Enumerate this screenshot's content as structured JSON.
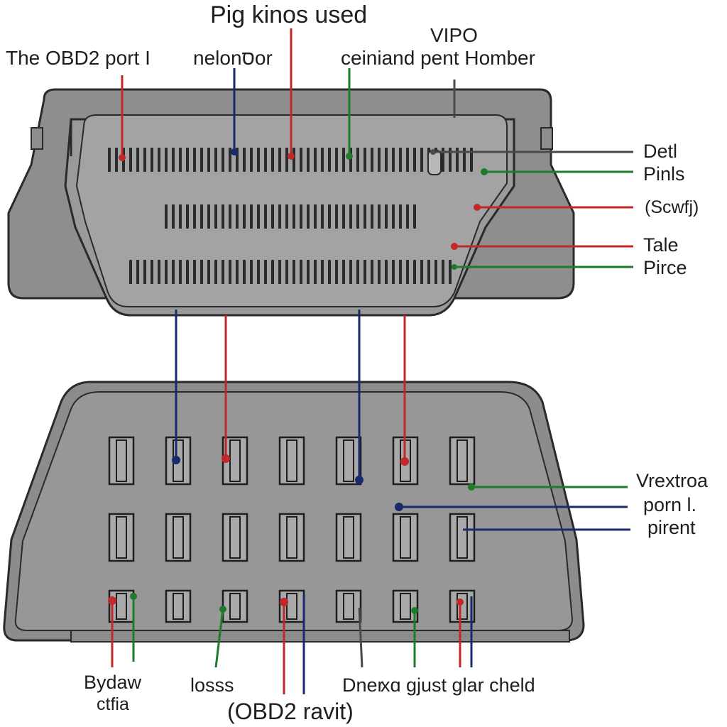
{
  "labels": {
    "top_center": "Pig kinos used",
    "top_left": "The OBD2 port I",
    "top_left2": "nelonסor",
    "top_right_1": "VIPO",
    "top_right_2": "ceiniand pent Homber",
    "right_1": "Detl",
    "right_2": "Pinls",
    "right_3": "(Scwfj)",
    "right_4": "Tale",
    "right_5": "Pirce",
    "right_6": "Vrextroa",
    "right_7": "porn l.",
    "right_8": "pirent",
    "bottom_1": "Bydaw",
    "bottom_1b": "ctfia",
    "bottom_2": "losss",
    "bottom_3": "Dner",
    "bottom_4": "xɑ ɡjust glar cheld",
    "bottom_5": "(OBD2 ravit)"
  },
  "colors": {
    "red": "#c0282a",
    "blue": "#1a2a6e",
    "green": "#1f7a2a",
    "gray": "#4a4a4a",
    "connector_body": "#8c8c8c",
    "connector_face": "#979797",
    "outline": "#2a2a2a"
  }
}
